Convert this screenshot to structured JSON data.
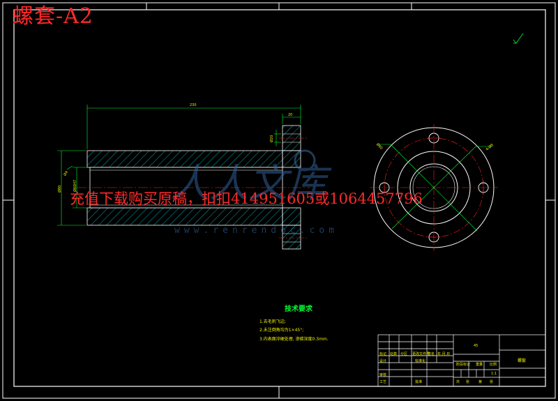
{
  "title": "螺套-A2",
  "promo_text": "充值下载购买原稿，扣扣414951605或1064457796",
  "watermark": {
    "chars": "人人文库",
    "url": "www.renrendoc.com"
  },
  "dimensions": {
    "overall_length": "230",
    "flange_width": "20",
    "flange_dim": "Ø20",
    "outer_dia": "Ø80",
    "inner_dia": "Ø60H7",
    "small_dim": "Ø4",
    "bolt_circle": "Ø80",
    "hole_callout": "4-Ø8"
  },
  "tech_requirements": {
    "title": "技术要求",
    "items": [
      "1.去毛刺飞边;",
      "2.未注倒角均为1×45°;",
      "3.内表面淬硬处理, 渗碳深度0.3mm."
    ]
  },
  "title_block": {
    "part_name": "螺套",
    "material": "45",
    "cells": [
      "标记",
      "处数",
      "分区",
      "更改文件号",
      "签名",
      "年.月.日",
      "设计",
      "标准化",
      "阶段标记",
      "重量",
      "比例",
      "审核",
      "工艺",
      "批准",
      "共",
      "张",
      "第",
      "张",
      "1:1"
    ]
  },
  "colors": {
    "background": "#000000",
    "border": "#ffffff",
    "outline": "#ffffff",
    "hatch": "#00e0e0",
    "dimension": "#00ff33",
    "center_line": "#ff2020",
    "text_red": "#ff2a2a",
    "text_yellow": "#f0f000"
  },
  "surface_finish_icon": "roughness-check-icon"
}
